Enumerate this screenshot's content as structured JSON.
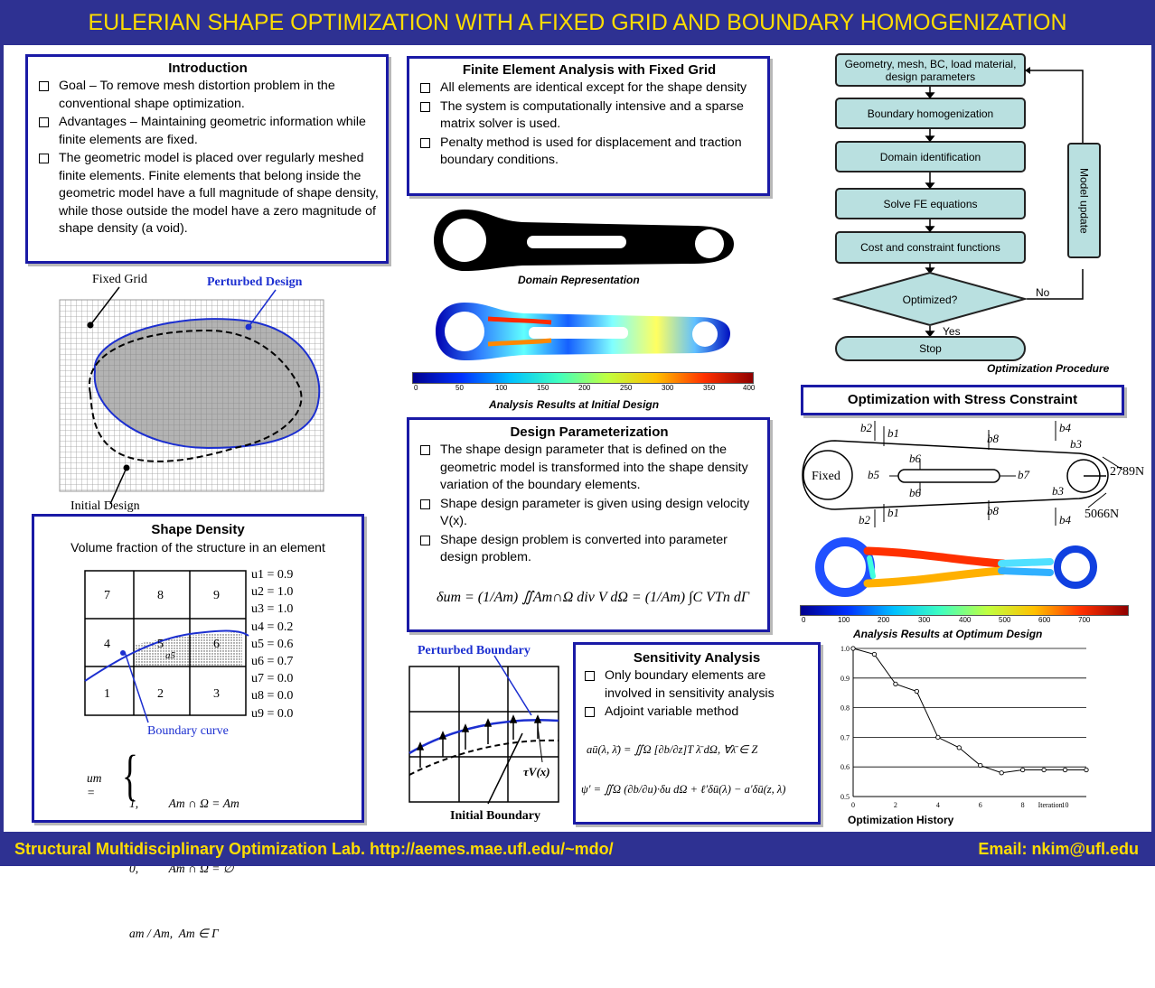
{
  "title": "EULERIAN SHAPE OPTIMIZATION WITH A FIXED GRID AND BOUNDARY HOMOGENIZATION",
  "footer": {
    "left": "Structural Multidisciplinary Optimization Lab. http://aemes.mae.ufl.edu/~mdo/",
    "right": "Email: nkim@ufl.edu"
  },
  "intro": {
    "heading": "Introduction",
    "items": [
      "Goal – To remove mesh distortion problem in the conventional shape optimization.",
      "Advantages – Maintaining geometric information while finite elements are fixed.",
      "The geometric model is placed over regularly meshed finite elements. Finite elements that belong inside the geometric model have a full magnitude of shape density, while those outside the model have a zero magnitude of shape density (a void)."
    ]
  },
  "grid_fig": {
    "fixed_grid": "Fixed Grid",
    "perturbed": "Perturbed Design",
    "initial": "Initial Design"
  },
  "shape_density": {
    "heading": "Shape Density",
    "subtitle": "Volume fraction of the structure in an element",
    "cells": [
      "7",
      "8",
      "9",
      "4",
      "5",
      "6",
      "1",
      "2",
      "3"
    ],
    "values": [
      "u1 = 0.9",
      "u2 = 1.0",
      "u3 = 1.0",
      "u4 = 0.2",
      "u5 = 0.6",
      "u6 = 0.7",
      "u7 = 0.0",
      "u8 = 0.0",
      "u9 = 0.0"
    ],
    "boundary_curve": "Boundary curve",
    "a5": "a5",
    "eq_lhs": "um =",
    "eq_cases": [
      "1,          Am ∩ Ω = Am",
      "0,          Am ∩ Ω = ∅",
      "am / Am,  Am ∈ Γ"
    ]
  },
  "fea": {
    "heading": "Finite Element Analysis with Fixed Grid",
    "items": [
      "All elements are identical except for the shape density",
      "The system is computationally intensive and a sparse matrix solver is used.",
      "Penalty method is used for displacement and traction boundary conditions."
    ],
    "domain_caption": "Domain Representation",
    "analysis_caption": "Analysis Results at Initial Design",
    "colorbar_ticks": [
      "0",
      "50",
      "100",
      "150",
      "200",
      "250",
      "300",
      "350",
      "400"
    ]
  },
  "design_param": {
    "heading": "Design Parameterization",
    "items": [
      "The shape design parameter that is defined on the geometric model is transformed into the shape density variation of the boundary elements.",
      "Shape design parameter is given using design velocity V(x).",
      "Shape design problem is converted into parameter design problem."
    ],
    "equation": "δum = (1/Am) ∬Am∩Ω div V dΩ = (1/Am) ∫C VTn dΓ"
  },
  "boundary_fig": {
    "perturbed": "Perturbed Boundary",
    "initial": "Initial Boundary",
    "tv": "τV(x)"
  },
  "sensitivity": {
    "heading": "Sensitivity Analysis",
    "items": [
      "Only boundary elements are involved in sensitivity analysis",
      "Adjoint variable method"
    ],
    "eq1": "aū(λ, λ̄) = ∬Ω [∂b/∂z]T λ̄ dΩ,    ∀λ̄ ∈ Z",
    "eq2": "ψ′ = ∬Ω (∂b/∂u)·δu dΩ + ℓ′δū(λ) − a′δū(z, λ)"
  },
  "flowchart": {
    "steps": [
      "Geometry, mesh, BC, load material, design parameters",
      "Boundary homogenization",
      "Domain identification",
      "Solve FE equations",
      "Cost and constraint functions"
    ],
    "decision": "Optimized?",
    "no": "No",
    "yes": "Yes",
    "stop": "Stop",
    "update": "Model update",
    "caption": "Optimization Procedure"
  },
  "stress": {
    "heading": "Optimization with Stress Constraint",
    "fixed": "Fixed",
    "load1": "2789N",
    "load2": "5066N",
    "labels": [
      "b2",
      "b1",
      "b8",
      "b4",
      "b3",
      "b6",
      "b5",
      "b7",
      "b6",
      "b3",
      "b2",
      "b1",
      "b8",
      "b4"
    ],
    "colorbar_ticks": [
      "0",
      "100",
      "200",
      "300",
      "400",
      "500",
      "600",
      "700"
    ],
    "caption": "Analysis Results at Optimum Design"
  },
  "history": {
    "caption": "Optimization History",
    "xlabel": "Iteration",
    "ylim": [
      0.5,
      1.0
    ]
  },
  "chart_data": {
    "type": "line",
    "title": "Optimization History",
    "xlabel": "Iteration",
    "ylabel": "",
    "x": [
      0,
      1,
      2,
      3,
      4,
      5,
      6,
      7,
      8,
      9,
      10,
      11
    ],
    "values": [
      1.0,
      0.98,
      0.88,
      0.855,
      0.7,
      0.665,
      0.605,
      0.58,
      0.59,
      0.59,
      0.59,
      0.59
    ],
    "xticks": [
      "0",
      "2",
      "4",
      "6",
      "8",
      "10"
    ],
    "yticks": [
      "0.5",
      "0.6",
      "0.7",
      "0.8",
      "0.9",
      "1.0"
    ],
    "xlim": [
      0,
      11
    ],
    "ylim": [
      0.5,
      1.0
    ],
    "grid": true
  }
}
